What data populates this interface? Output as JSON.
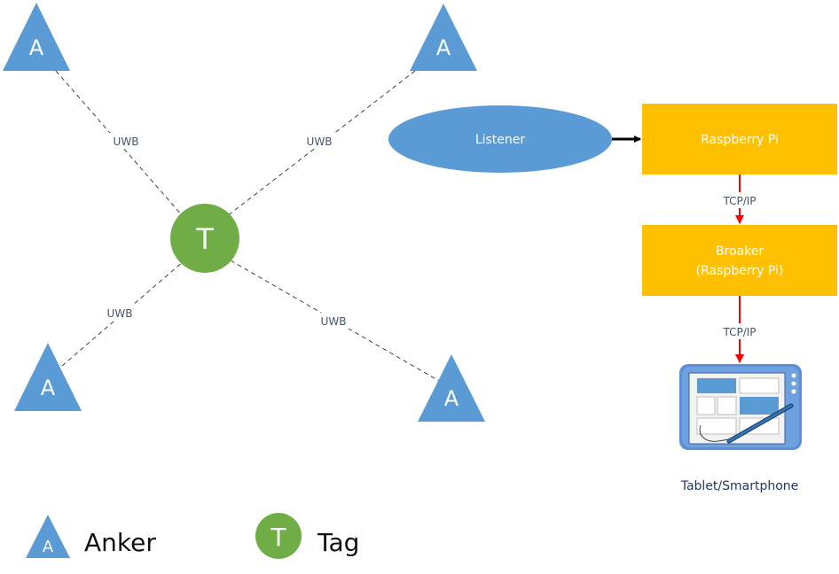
{
  "colors": {
    "anchor": "#5B9BD5",
    "tag": "#70AD47",
    "box": "#FFC000",
    "edge_label": "#44546A",
    "arrow_black": "#000000",
    "arrow_red": "#FF0000",
    "device_frame": "#5B8FD6"
  },
  "nodes": {
    "anchor_letter": "A",
    "tag_letter": "T"
  },
  "edge_labels": {
    "uwb_tl": "UWB",
    "uwb_tr": "UWB",
    "uwb_bl": "UWB",
    "uwb_br": "UWB"
  },
  "pipeline": {
    "listener": "Listener",
    "raspberry": "Raspberry Pi",
    "broker_line1": "Broaker",
    "broker_line2": "(Raspberry Pi)",
    "tcp1": "TCP/IP",
    "tcp2": "TCP/IP",
    "device_label": "Tablet/Smartphone",
    "device_icon": "tablet-icon"
  },
  "legend": {
    "anchor_letter": "A",
    "anchor_text": "Anker",
    "tag_letter": "T",
    "tag_text": "Tag"
  }
}
